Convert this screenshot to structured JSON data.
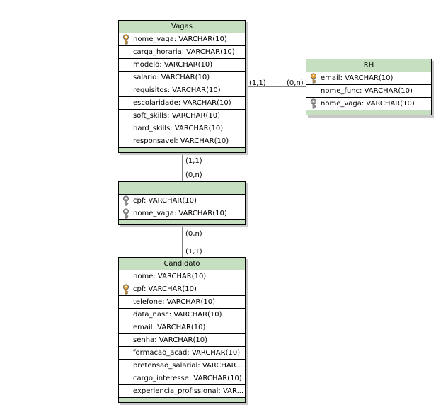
{
  "entities": {
    "vagas": {
      "title": "Vagas",
      "attrs": [
        {
          "text": "nome_vaga: VARCHAR(10)",
          "key": "primary"
        },
        {
          "text": "carga_horaria: VARCHAR(10)",
          "key": "none"
        },
        {
          "text": "modelo: VARCHAR(10)",
          "key": "none"
        },
        {
          "text": "salario: VARCHAR(10)",
          "key": "none"
        },
        {
          "text": "requisitos: VARCHAR(10)",
          "key": "none"
        },
        {
          "text": "escolaridade: VARCHAR(10)",
          "key": "none"
        },
        {
          "text": "soft_skills: VARCHAR(10)",
          "key": "none"
        },
        {
          "text": "hard_skills: VARCHAR(10)",
          "key": "none"
        },
        {
          "text": "responsavel: VARCHAR(10)",
          "key": "none"
        }
      ]
    },
    "rh": {
      "title": "RH",
      "attrs": [
        {
          "text": "email: VARCHAR(10)",
          "key": "primary"
        },
        {
          "text": "nome_func: VARCHAR(10)",
          "key": "none"
        },
        {
          "text": "nome_vaga: VARCHAR(10)",
          "key": "foreign"
        }
      ]
    },
    "association": {
      "title": "",
      "attrs": [
        {
          "text": "cpf: VARCHAR(10)",
          "key": "foreign"
        },
        {
          "text": "nome_vaga: VARCHAR(10)",
          "key": "foreign"
        }
      ]
    },
    "candidato": {
      "title": "Candidato",
      "attrs": [
        {
          "text": "nome: VARCHAR(10)",
          "key": "none"
        },
        {
          "text": "cpf: VARCHAR(10)",
          "key": "primary"
        },
        {
          "text": "telefone: VARCHAR(10)",
          "key": "none"
        },
        {
          "text": "data_nasc: VARCHAR(10)",
          "key": "none"
        },
        {
          "text": "email: VARCHAR(10)",
          "key": "none"
        },
        {
          "text": "senha: VARCHAR(10)",
          "key": "none"
        },
        {
          "text": "formacao_acad: VARCHAR(10)",
          "key": "none"
        },
        {
          "text": "pretensao_salarial: VARCHAR...",
          "key": "none"
        },
        {
          "text": "cargo_interesse: VARCHAR(10)",
          "key": "none"
        },
        {
          "text": "experiencia_profissional: VAR...",
          "key": "none"
        }
      ]
    }
  },
  "cardinalities": {
    "vagas_rh_left": "(1,1)",
    "vagas_rh_right": "(0,n)",
    "vagas_assoc_top": "(1,1)",
    "vagas_assoc_bottom": "(0,n)",
    "assoc_cand_top": "(0,n)",
    "assoc_cand_bottom": "(1,1)"
  },
  "colors": {
    "header": "#c5dfc0",
    "primary_key": "#e8a33a",
    "foreign_key": "#a8a8a8"
  }
}
